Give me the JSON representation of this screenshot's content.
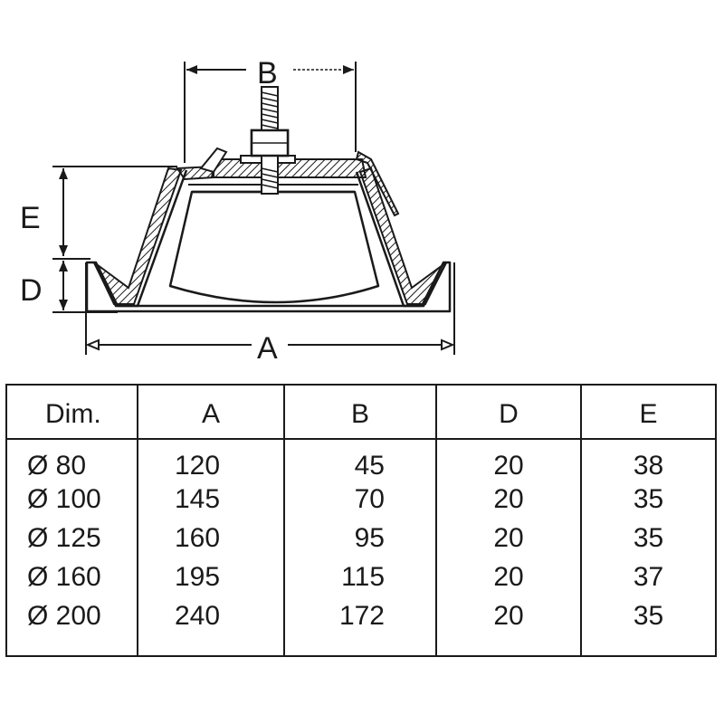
{
  "drawing": {
    "dimension_labels": {
      "b": "B",
      "e": "E",
      "d": "D",
      "a": "A"
    }
  },
  "table": {
    "headers": [
      "Dim.",
      "A",
      "B",
      "D",
      "E"
    ],
    "rows": [
      [
        "Ø 80",
        "120",
        "45",
        "20",
        "38"
      ],
      [
        "Ø 100",
        "145",
        "70",
        "20",
        "35"
      ],
      [
        "Ø 125",
        "160",
        "95",
        "20",
        "35"
      ],
      [
        "Ø 160",
        "195",
        "115",
        "20",
        "37"
      ],
      [
        "Ø 200",
        "240",
        "172",
        "20",
        "35"
      ]
    ]
  }
}
